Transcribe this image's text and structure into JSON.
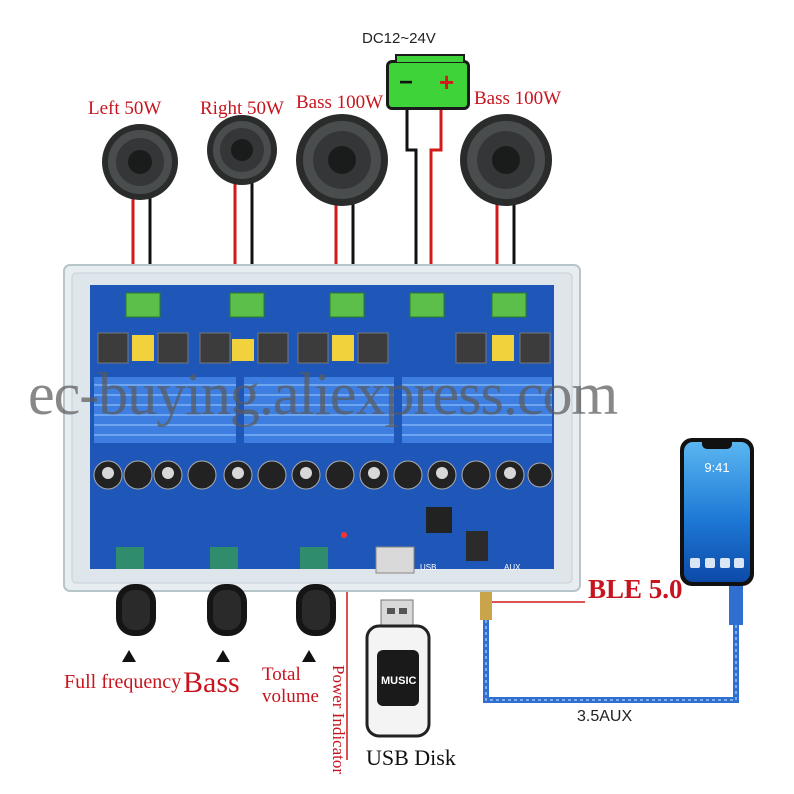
{
  "labels": {
    "power": "DC12~24V",
    "battery_minus": "−",
    "battery_plus": "+",
    "speaker_left": "Left 50W",
    "speaker_right": "Right 50W",
    "speaker_bass_1": "Bass 100W",
    "speaker_bass_2": "Bass 100W",
    "knob_full": "Full frequency",
    "knob_bass": "Bass",
    "knob_volume_1": "Total",
    "knob_volume_2": "volume",
    "power_indicator": "Power Indicator",
    "usb_disk": "USB Disk",
    "usb_stick_text": "MUSIC",
    "ble": "BLE 5.0",
    "aux": "3.5AUX",
    "board_usb": "USB",
    "board_aux": "AUX",
    "phone_time": "9:41",
    "watermark": "ec-buying.aliexpress.com"
  },
  "colors": {
    "board_blue": "#1f57b8",
    "heatsink_blue": "#3d7ee0",
    "wire_red": "#d21a1a",
    "wire_black": "#111111",
    "label_red": "#c8141e",
    "battery_green": "#3fd33a",
    "cable_blue": "#2f6fd0"
  }
}
